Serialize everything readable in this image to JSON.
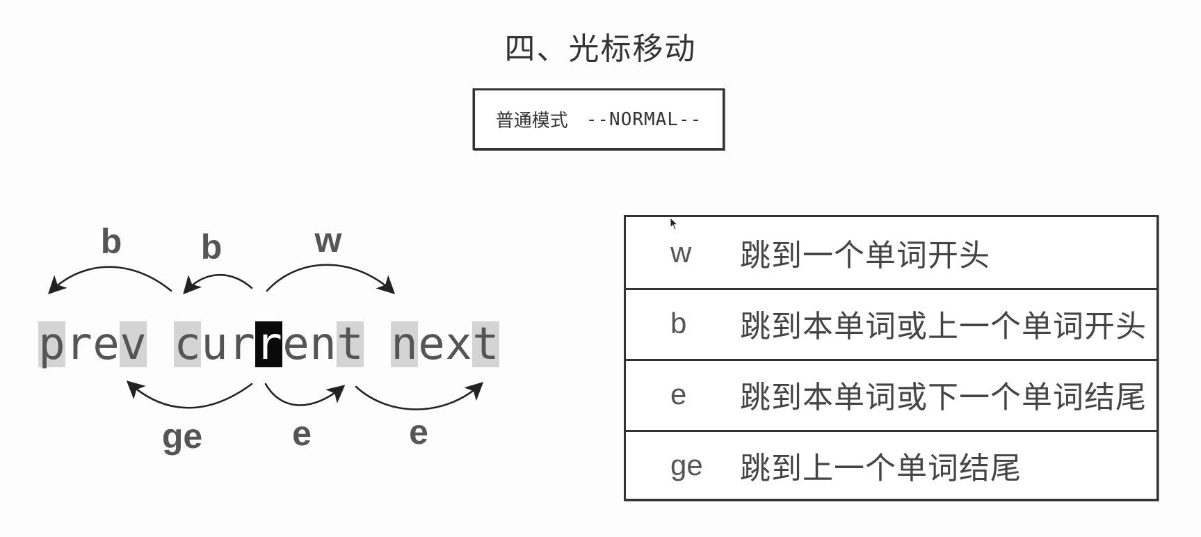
{
  "title": "四、光标移动",
  "mode": {
    "cn": "普通模式",
    "en": "--NORMAL--"
  },
  "diagram": {
    "words": [
      {
        "chars": [
          "p",
          "r",
          "e",
          "v"
        ],
        "styles": [
          "hl",
          "",
          "",
          "hl"
        ]
      },
      {
        "chars": [
          "c",
          "u",
          "r",
          "r",
          "e",
          "n",
          "t"
        ],
        "styles": [
          "hl",
          "",
          "",
          "cursor",
          "",
          "",
          "hl"
        ]
      },
      {
        "chars": [
          "n",
          "e",
          "x",
          "t"
        ],
        "styles": [
          "hl",
          "",
          "",
          "hl"
        ]
      }
    ],
    "labels": {
      "b_far": "b",
      "b_near": "b",
      "w": "w",
      "ge": "ge",
      "e_near": "e",
      "e_far": "e"
    }
  },
  "motions": [
    {
      "key": "w",
      "desc": "跳到一个单词开头"
    },
    {
      "key": "b",
      "desc": "跳到本单词或上一个单词开头"
    },
    {
      "key": "e",
      "desc": "跳到本单词或下一个单词结尾"
    },
    {
      "key": "ge",
      "desc": "跳到上一个单词结尾"
    }
  ],
  "colors": {
    "cursor_bg": "#0a0a0a",
    "highlight_bg": "#d4d4d4",
    "text": "#555555"
  }
}
